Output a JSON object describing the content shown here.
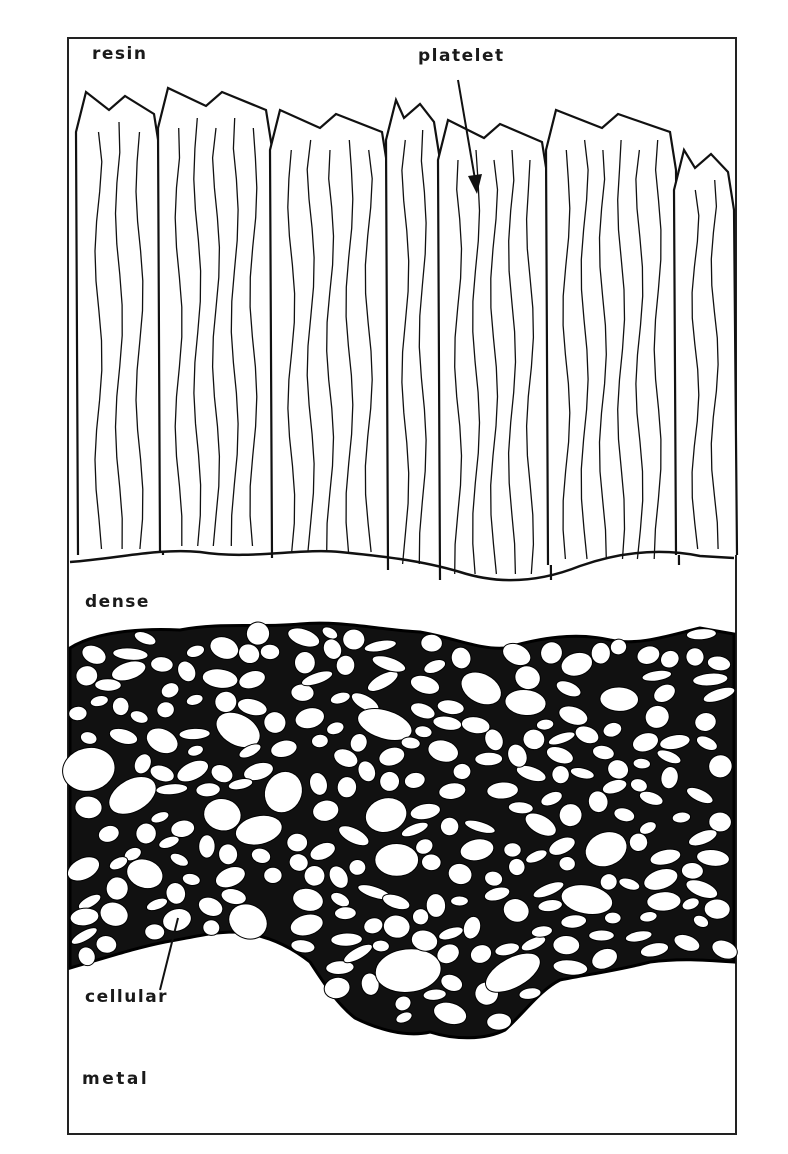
{
  "labels": {
    "resin": "resin",
    "platelet": "platelet",
    "dense": "dense",
    "cellular": "cellular",
    "metal": "metal"
  },
  "colors": {
    "ink": "#111111",
    "paper": "#ffffff"
  }
}
